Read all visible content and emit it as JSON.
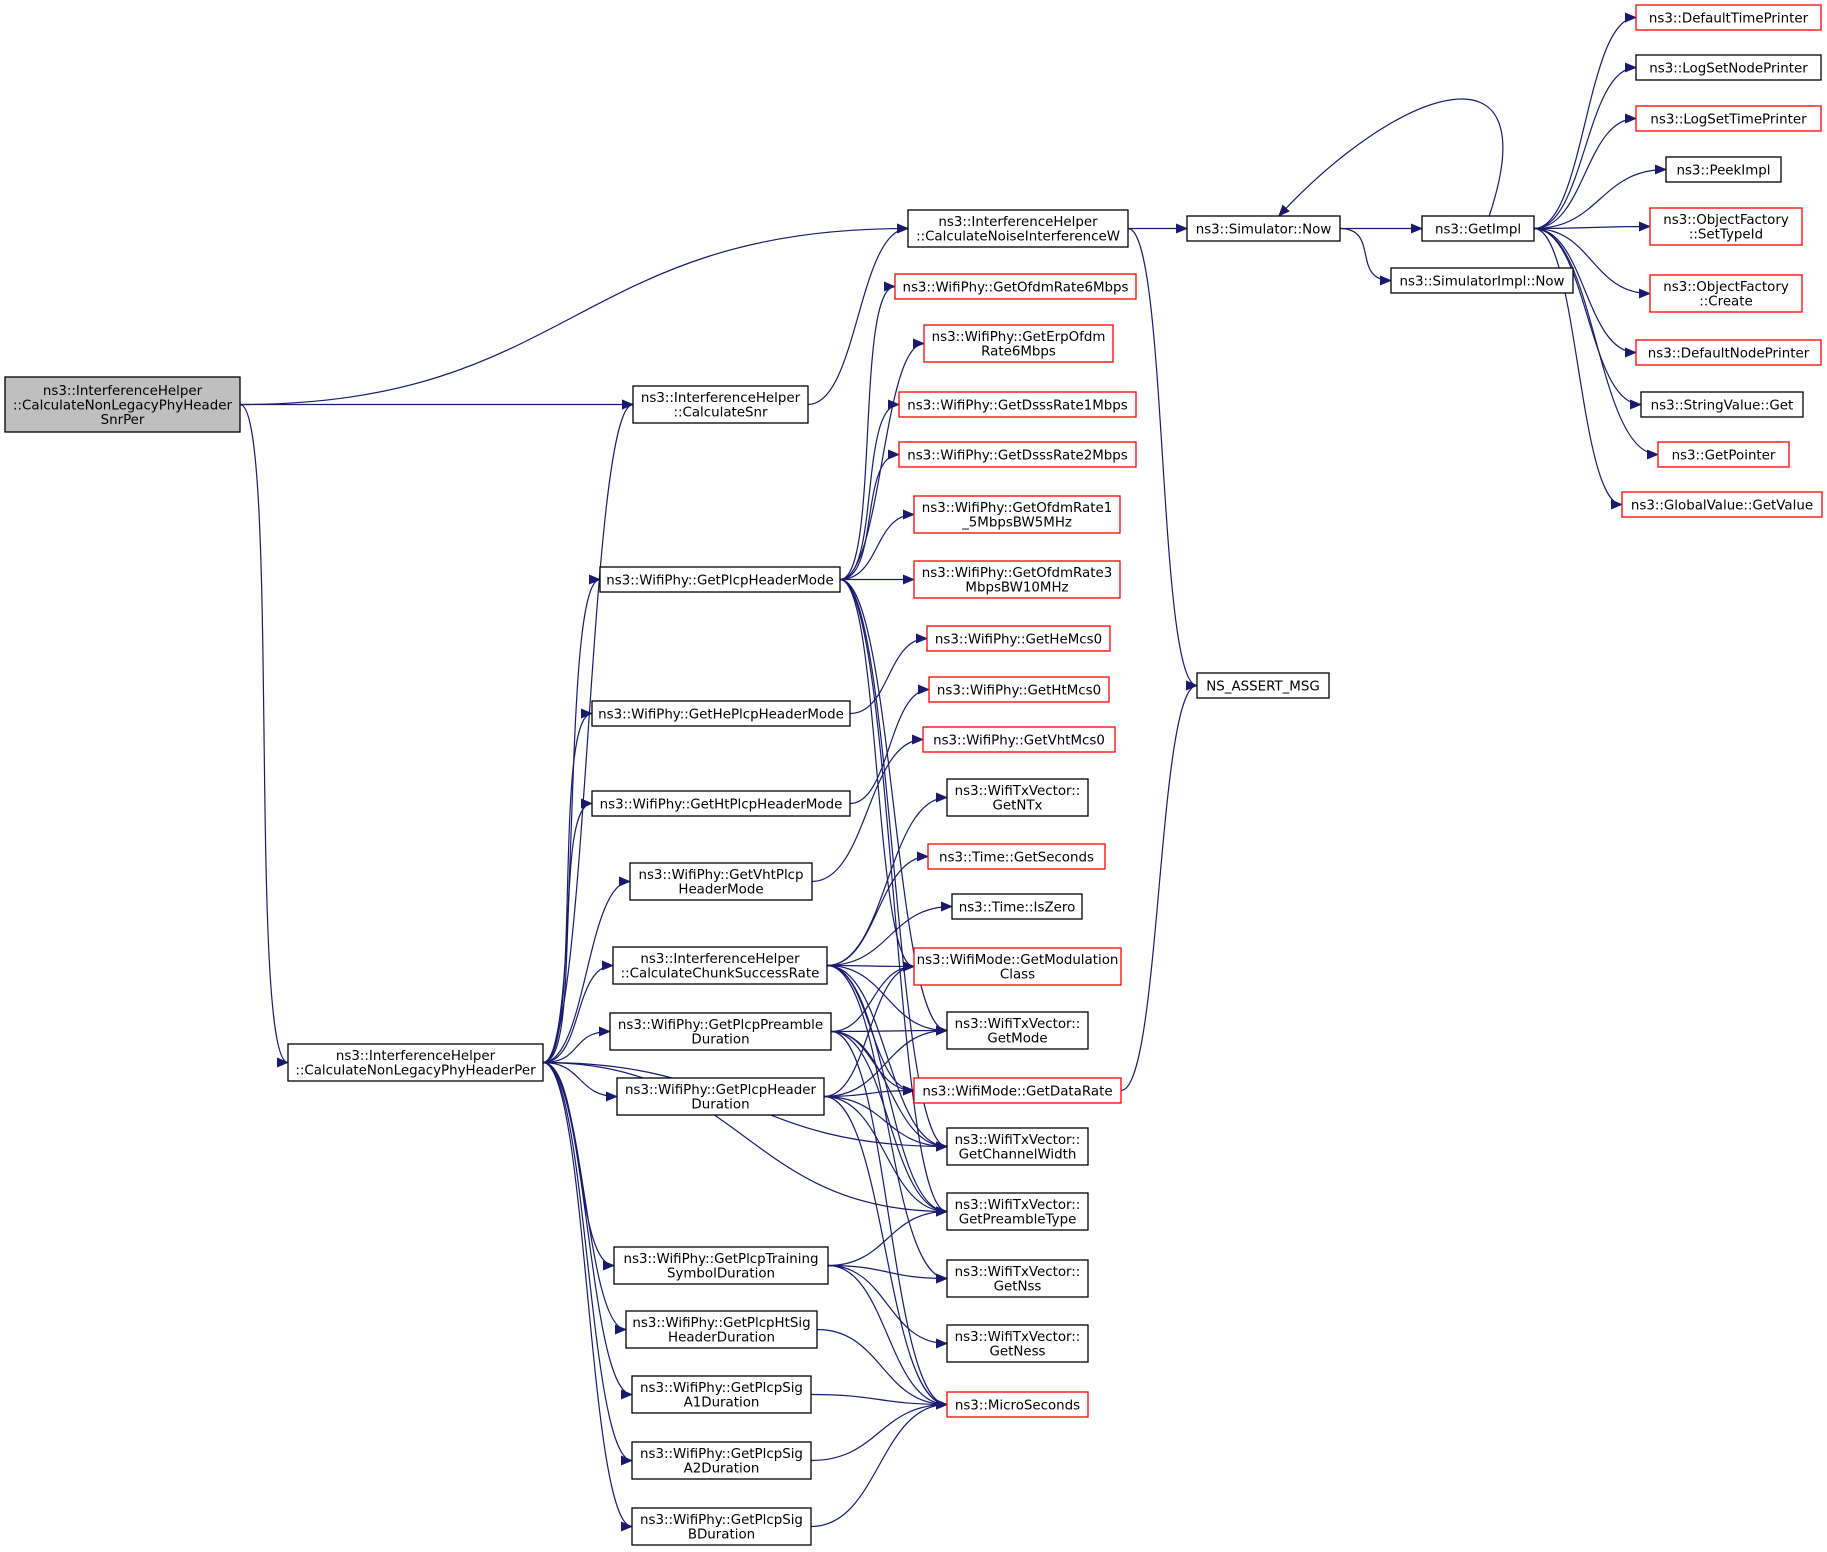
{
  "colors": {
    "edge": "#191970",
    "normal_border": "#000000",
    "truncated_border": "#ff0000",
    "root_fill": "#bfbfbf",
    "fill": "#ffffff"
  },
  "nodes": [
    {
      "id": "root",
      "lines": [
        "ns3::InterferenceHelper",
        "::CalculateNonLegacyPhyHeader",
        "SnrPer"
      ],
      "style": "root"
    },
    {
      "id": "calcNoise",
      "lines": [
        "ns3::InterferenceHelper",
        "::CalculateNoiseInterferenceW"
      ],
      "style": "normal"
    },
    {
      "id": "simNow",
      "lines": [
        "ns3::Simulator::Now"
      ],
      "style": "normal"
    },
    {
      "id": "getImpl",
      "lines": [
        "ns3::GetImpl"
      ],
      "style": "normal"
    },
    {
      "id": "simImplNow",
      "lines": [
        "ns3::SimulatorImpl::Now"
      ],
      "style": "normal"
    },
    {
      "id": "defTimePrinter",
      "lines": [
        "ns3::DefaultTimePrinter"
      ],
      "style": "truncated"
    },
    {
      "id": "logSetNodePrinter",
      "lines": [
        "ns3::LogSetNodePrinter"
      ],
      "style": "normal"
    },
    {
      "id": "logSetTimePrinter",
      "lines": [
        "ns3::LogSetTimePrinter"
      ],
      "style": "truncated"
    },
    {
      "id": "peekImpl",
      "lines": [
        "ns3::PeekImpl"
      ],
      "style": "normal"
    },
    {
      "id": "ofSetTypeId",
      "lines": [
        "ns3::ObjectFactory",
        "::SetTypeId"
      ],
      "style": "truncated"
    },
    {
      "id": "ofCreate",
      "lines": [
        "ns3::ObjectFactory",
        "::Create"
      ],
      "style": "truncated"
    },
    {
      "id": "defNodePrinter",
      "lines": [
        "ns3::DefaultNodePrinter"
      ],
      "style": "truncated"
    },
    {
      "id": "stringValueGet",
      "lines": [
        "ns3::StringValue::Get"
      ],
      "style": "normal"
    },
    {
      "id": "getPointer",
      "lines": [
        "ns3::GetPointer"
      ],
      "style": "truncated"
    },
    {
      "id": "globalValueGet",
      "lines": [
        "ns3::GlobalValue::GetValue"
      ],
      "style": "truncated"
    },
    {
      "id": "nsAssert",
      "lines": [
        "NS_ASSERT_MSG"
      ],
      "style": "normal"
    },
    {
      "id": "calcSnr",
      "lines": [
        "ns3::InterferenceHelper",
        "::CalculateSnr"
      ],
      "style": "normal"
    },
    {
      "id": "ofdm6",
      "lines": [
        "ns3::WifiPhy::GetOfdmRate6Mbps"
      ],
      "style": "truncated"
    },
    {
      "id": "erpOfdm6",
      "lines": [
        "ns3::WifiPhy::GetErpOfdm",
        "Rate6Mbps"
      ],
      "style": "truncated"
    },
    {
      "id": "dsss1",
      "lines": [
        "ns3::WifiPhy::GetDsssRate1Mbps"
      ],
      "style": "truncated"
    },
    {
      "id": "dsss2",
      "lines": [
        "ns3::WifiPhy::GetDsssRate2Mbps"
      ],
      "style": "truncated"
    },
    {
      "id": "ofdm1_5",
      "lines": [
        "ns3::WifiPhy::GetOfdmRate1",
        "_5MbpsBW5MHz"
      ],
      "style": "truncated"
    },
    {
      "id": "ofdm3",
      "lines": [
        "ns3::WifiPhy::GetOfdmRate3",
        "MbpsBW10MHz"
      ],
      "style": "truncated"
    },
    {
      "id": "plcpHeaderMode",
      "lines": [
        "ns3::WifiPhy::GetPlcpHeaderMode"
      ],
      "style": "normal"
    },
    {
      "id": "heMcs0",
      "lines": [
        "ns3::WifiPhy::GetHeMcs0"
      ],
      "style": "truncated"
    },
    {
      "id": "htMcs0",
      "lines": [
        "ns3::WifiPhy::GetHtMcs0"
      ],
      "style": "truncated"
    },
    {
      "id": "vhtMcs0",
      "lines": [
        "ns3::WifiPhy::GetVhtMcs0"
      ],
      "style": "truncated"
    },
    {
      "id": "hePlcp",
      "lines": [
        "ns3::WifiPhy::GetHePlcpHeaderMode"
      ],
      "style": "normal"
    },
    {
      "id": "htPlcp",
      "lines": [
        "ns3::WifiPhy::GetHtPlcpHeaderMode"
      ],
      "style": "normal"
    },
    {
      "id": "vhtPlcp",
      "lines": [
        "ns3::WifiPhy::GetVhtPlcp",
        "HeaderMode"
      ],
      "style": "normal"
    },
    {
      "id": "getNTx",
      "lines": [
        "ns3::WifiTxVector::",
        "GetNTx"
      ],
      "style": "normal"
    },
    {
      "id": "getSeconds",
      "lines": [
        "ns3::Time::GetSeconds"
      ],
      "style": "truncated"
    },
    {
      "id": "isZero",
      "lines": [
        "ns3::Time::IsZero"
      ],
      "style": "normal"
    },
    {
      "id": "calcChunk",
      "lines": [
        "ns3::InterferenceHelper",
        "::CalculateChunkSuccessRate"
      ],
      "style": "normal"
    },
    {
      "id": "getModClass",
      "lines": [
        "ns3::WifiMode::GetModulation",
        "Class"
      ],
      "style": "truncated"
    },
    {
      "id": "preambleDur",
      "lines": [
        "ns3::WifiPhy::GetPlcpPreamble",
        "Duration"
      ],
      "style": "normal"
    },
    {
      "id": "getMode",
      "lines": [
        "ns3::WifiTxVector::",
        "GetMode"
      ],
      "style": "normal"
    },
    {
      "id": "calcNonLegacyPer",
      "lines": [
        "ns3::InterferenceHelper",
        "::CalculateNonLegacyPhyHeaderPer"
      ],
      "style": "normal"
    },
    {
      "id": "headerDur",
      "lines": [
        "ns3::WifiPhy::GetPlcpHeader",
        "Duration"
      ],
      "style": "normal"
    },
    {
      "id": "getDataRate",
      "lines": [
        "ns3::WifiMode::GetDataRate"
      ],
      "style": "truncated"
    },
    {
      "id": "getChanWidth",
      "lines": [
        "ns3::WifiTxVector::",
        "GetChannelWidth"
      ],
      "style": "normal"
    },
    {
      "id": "getPreambleType",
      "lines": [
        "ns3::WifiTxVector::",
        "GetPreambleType"
      ],
      "style": "normal"
    },
    {
      "id": "trainingDur",
      "lines": [
        "ns3::WifiPhy::GetPlcpTraining",
        "SymbolDuration"
      ],
      "style": "normal"
    },
    {
      "id": "getNss",
      "lines": [
        "ns3::WifiTxVector::",
        "GetNss"
      ],
      "style": "normal"
    },
    {
      "id": "htSigDur",
      "lines": [
        "ns3::WifiPhy::GetPlcpHtSig",
        "HeaderDuration"
      ],
      "style": "normal"
    },
    {
      "id": "getNess",
      "lines": [
        "ns3::WifiTxVector::",
        "GetNess"
      ],
      "style": "normal"
    },
    {
      "id": "sigA1",
      "lines": [
        "ns3::WifiPhy::GetPlcpSig",
        "A1Duration"
      ],
      "style": "normal"
    },
    {
      "id": "microSeconds",
      "lines": [
        "ns3::MicroSeconds"
      ],
      "style": "truncated"
    },
    {
      "id": "sigA2",
      "lines": [
        "ns3::WifiPhy::GetPlcpSig",
        "A2Duration"
      ],
      "style": "normal"
    },
    {
      "id": "sigB",
      "lines": [
        "ns3::WifiPhy::GetPlcpSig",
        "BDuration"
      ],
      "style": "normal"
    }
  ],
  "edges": [
    [
      "root",
      "calcNoise"
    ],
    [
      "root",
      "calcSnr"
    ],
    [
      "root",
      "calcNonLegacyPer"
    ],
    [
      "calcNoise",
      "simNow"
    ],
    [
      "calcNoise",
      "nsAssert"
    ],
    [
      "simNow",
      "getImpl"
    ],
    [
      "simNow",
      "simImplNow"
    ],
    [
      "getImpl",
      "defTimePrinter"
    ],
    [
      "getImpl",
      "logSetNodePrinter"
    ],
    [
      "getImpl",
      "logSetTimePrinter"
    ],
    [
      "getImpl",
      "peekImpl"
    ],
    [
      "getImpl",
      "ofSetTypeId"
    ],
    [
      "getImpl",
      "ofCreate"
    ],
    [
      "getImpl",
      "defNodePrinter"
    ],
    [
      "getImpl",
      "stringValueGet"
    ],
    [
      "getImpl",
      "getPointer"
    ],
    [
      "getImpl",
      "globalValueGet"
    ],
    [
      "getImpl",
      "simNow"
    ],
    [
      "calcSnr",
      "calcNoise"
    ],
    [
      "plcpHeaderMode",
      "ofdm6"
    ],
    [
      "plcpHeaderMode",
      "erpOfdm6"
    ],
    [
      "plcpHeaderMode",
      "dsss1"
    ],
    [
      "plcpHeaderMode",
      "dsss2"
    ],
    [
      "plcpHeaderMode",
      "ofdm1_5"
    ],
    [
      "plcpHeaderMode",
      "ofdm3"
    ],
    [
      "plcpHeaderMode",
      "getModClass"
    ],
    [
      "plcpHeaderMode",
      "getMode"
    ],
    [
      "plcpHeaderMode",
      "getChanWidth"
    ],
    [
      "plcpHeaderMode",
      "getPreambleType"
    ],
    [
      "hePlcp",
      "heMcs0"
    ],
    [
      "htPlcp",
      "htMcs0"
    ],
    [
      "vhtPlcp",
      "vhtMcs0"
    ],
    [
      "calcChunk",
      "getSeconds"
    ],
    [
      "calcChunk",
      "isZero"
    ],
    [
      "calcChunk",
      "getModClass"
    ],
    [
      "calcChunk",
      "getMode"
    ],
    [
      "calcChunk",
      "getDataRate"
    ],
    [
      "calcChunk",
      "getNTx"
    ],
    [
      "calcChunk",
      "getChanWidth"
    ],
    [
      "calcChunk",
      "getPreambleType"
    ],
    [
      "calcChunk",
      "getNss"
    ],
    [
      "preambleDur",
      "getModClass"
    ],
    [
      "preambleDur",
      "getMode"
    ],
    [
      "preambleDur",
      "getDataRate"
    ],
    [
      "preambleDur",
      "getChanWidth"
    ],
    [
      "preambleDur",
      "getPreambleType"
    ],
    [
      "preambleDur",
      "microSeconds"
    ],
    [
      "headerDur",
      "getMode"
    ],
    [
      "headerDur",
      "getModClass"
    ],
    [
      "headerDur",
      "getDataRate"
    ],
    [
      "headerDur",
      "getChanWidth"
    ],
    [
      "headerDur",
      "getPreambleType"
    ],
    [
      "headerDur",
      "microSeconds"
    ],
    [
      "trainingDur",
      "getPreambleType"
    ],
    [
      "trainingDur",
      "getNss"
    ],
    [
      "trainingDur",
      "getNess"
    ],
    [
      "trainingDur",
      "microSeconds"
    ],
    [
      "htSigDur",
      "microSeconds"
    ],
    [
      "sigA1",
      "microSeconds"
    ],
    [
      "sigA2",
      "microSeconds"
    ],
    [
      "sigB",
      "microSeconds"
    ],
    [
      "getDataRate",
      "nsAssert"
    ],
    [
      "calcNonLegacyPer",
      "calcSnr"
    ],
    [
      "calcNonLegacyPer",
      "plcpHeaderMode"
    ],
    [
      "calcNonLegacyPer",
      "hePlcp"
    ],
    [
      "calcNonLegacyPer",
      "htPlcp"
    ],
    [
      "calcNonLegacyPer",
      "vhtPlcp"
    ],
    [
      "calcNonLegacyPer",
      "calcChunk"
    ],
    [
      "calcNonLegacyPer",
      "preambleDur"
    ],
    [
      "calcNonLegacyPer",
      "headerDur"
    ],
    [
      "calcNonLegacyPer",
      "getChanWidth"
    ],
    [
      "calcNonLegacyPer",
      "getPreambleType"
    ],
    [
      "calcNonLegacyPer",
      "trainingDur"
    ],
    [
      "calcNonLegacyPer",
      "htSigDur"
    ],
    [
      "calcNonLegacyPer",
      "sigA1"
    ],
    [
      "calcNonLegacyPer",
      "sigA2"
    ],
    [
      "calcNonLegacyPer",
      "sigB"
    ]
  ]
}
